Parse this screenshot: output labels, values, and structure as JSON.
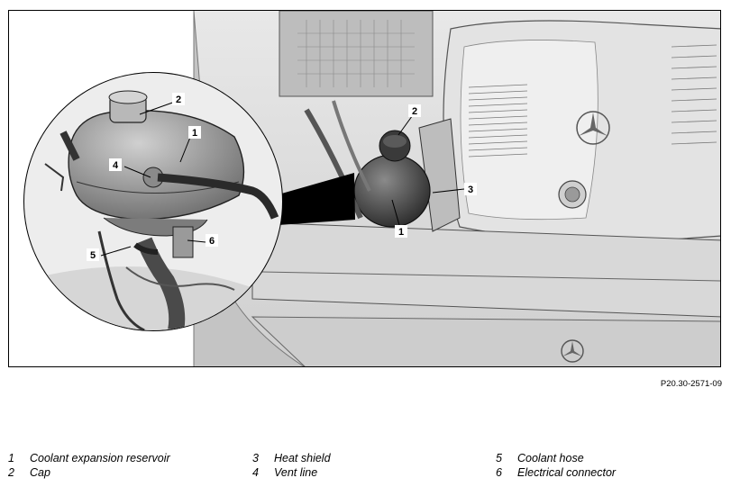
{
  "figure": {
    "id": "P20.30-2571-09",
    "callouts": {
      "main": [
        "1",
        "2",
        "3"
      ],
      "inset": [
        "1",
        "2",
        "4",
        "5",
        "6"
      ]
    }
  },
  "legend": [
    {
      "num": "1",
      "text": "Coolant expansion reservoir"
    },
    {
      "num": "2",
      "text": "Cap"
    },
    {
      "num": "3",
      "text": "Heat shield"
    },
    {
      "num": "4",
      "text": "Vent line"
    },
    {
      "num": "5",
      "text": "Coolant hose"
    },
    {
      "num": "6",
      "text": "Electrical connector"
    }
  ]
}
